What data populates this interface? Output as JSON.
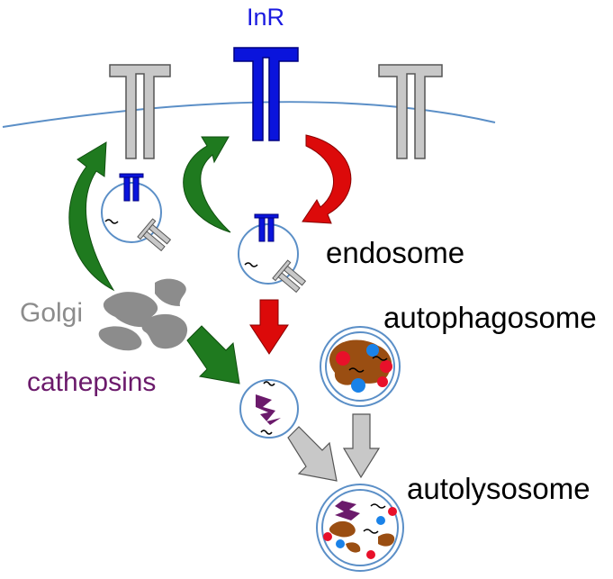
{
  "labels": {
    "inr": "InR",
    "endosome": "endosome",
    "autophagosome": "autophagosome",
    "golgi": "Golgi",
    "cathepsins": "cathepsins",
    "autolysosome": "autolysosome"
  },
  "colors": {
    "receptor_active": "#0a14dc",
    "receptor_inactive": "#c8c8c8",
    "membrane": "#5b8fc7",
    "recycling_arrow": "#1f7a1f",
    "degradation_arrow": "#dc0a0a",
    "fusion_arrow": "#c8c8c8",
    "golgi": "#8c8c8c",
    "cathepsin": "#6b1a6b",
    "cargo_brown": "#9a4e12",
    "cargo_red": "#e8102a",
    "cargo_blue": "#1a82e8",
    "label_inr": "#1a1ae0",
    "label_golgi": "#8c8c8c",
    "label_cathepsins": "#6b1a6b",
    "label_default": "#000000"
  }
}
